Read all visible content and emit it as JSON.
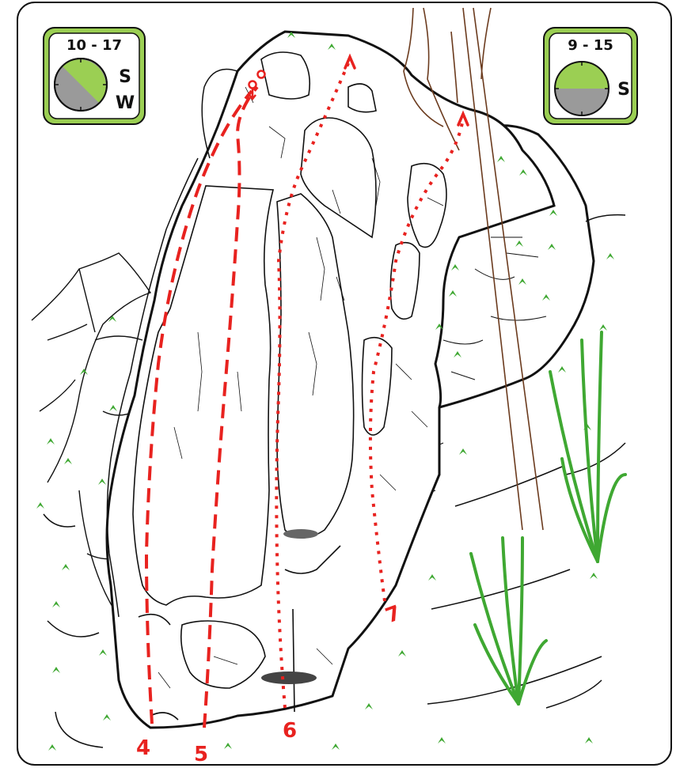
{
  "colors": {
    "route": "#e8221f",
    "badge_bg": "#9bcf53",
    "sun": "#9bcf53",
    "shade": "#9a9a9a",
    "grass": "#3fa832",
    "tree": "#6b3b1e",
    "outline": "#111111"
  },
  "badges": [
    {
      "time": "10 - 17",
      "aspects": [
        "S",
        "W"
      ],
      "sun_fraction": 0.5,
      "icon": "sun-shade-clock-icon"
    },
    {
      "time": "9 - 15",
      "aspects": [
        "S"
      ],
      "sun_fraction": 0.5,
      "icon": "sun-shade-clock-icon"
    }
  ],
  "routes": [
    {
      "number": "4",
      "style": "dashed"
    },
    {
      "number": "5",
      "style": "dashed"
    },
    {
      "number": "6",
      "style": "dotted"
    },
    {
      "number": "7",
      "style": "dotted"
    }
  ],
  "anchor_icon": "lower-off-anchor-icon"
}
